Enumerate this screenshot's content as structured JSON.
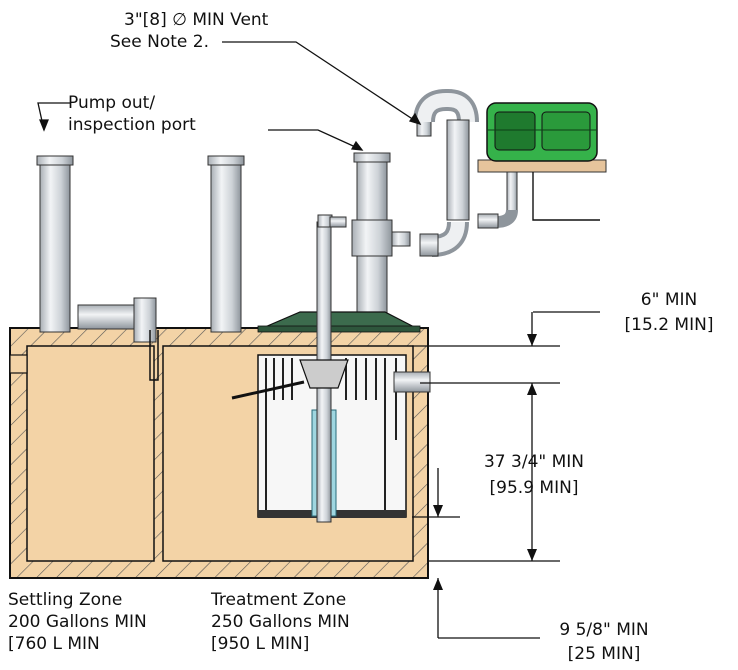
{
  "labels": {
    "vent_line1": "3\"[8] ∅ MIN Vent",
    "vent_line2": "See Note 2.",
    "pump_line1": "Pump out/",
    "pump_line2": "inspection port",
    "dim_top_line1": "6\" MIN",
    "dim_top_line2": "[15.2 MIN]",
    "dim_mid_line1": "37 3/4\" MIN",
    "dim_mid_line2": "[95.9 MIN]",
    "dim_bot_line1": "9 5/8\" MIN",
    "dim_bot_line2": "[25 MIN]",
    "settling_line1": "Settling Zone",
    "settling_line2": "200 Gallons MIN",
    "settling_line3": "[760 L MIN",
    "treatment_line1": "Treatment Zone",
    "treatment_line2": "250 Gallons MIN",
    "treatment_line3": "[950 L MIN]"
  },
  "colors": {
    "tank_fill": "#f3d3a6",
    "outline": "#111111",
    "pipe": "#d8dce0",
    "lid_green": "#3c6b4d",
    "control_box_green": "#35b24a",
    "water": "#9fd6e0"
  }
}
